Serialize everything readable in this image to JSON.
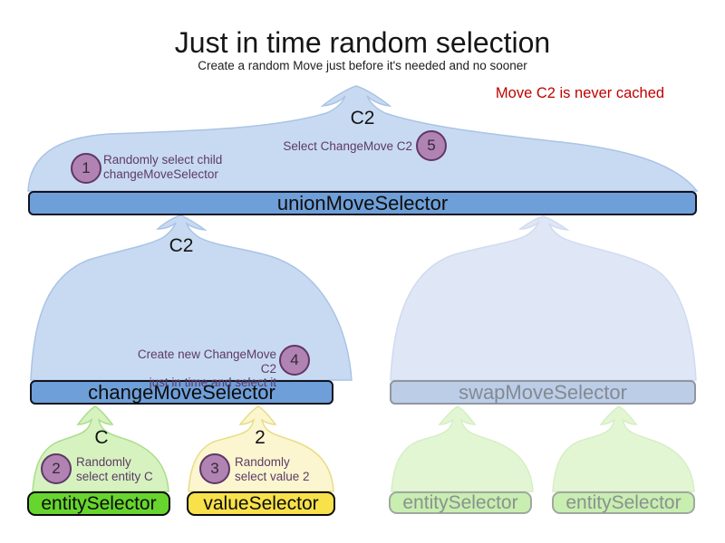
{
  "title": "Just in time random selection",
  "subtitle": "Create a random Move just before it's needed and no sooner",
  "note": {
    "text": "Move C2 is never cached",
    "color": "#c00000"
  },
  "selectors": {
    "union": {
      "label": "unionMoveSelector"
    },
    "change": {
      "label": "changeMoveSelector"
    },
    "swap": {
      "label": "swapMoveSelector"
    },
    "entity": {
      "label": "entitySelector"
    },
    "value": {
      "label": "valueSelector"
    },
    "entity_faded_1": {
      "label": "entitySelector"
    },
    "entity_faded_2": {
      "label": "entitySelector"
    }
  },
  "move_labels": {
    "union_output": "C2",
    "change_output": "C2",
    "entity_output": "C",
    "value_output": "2"
  },
  "steps": [
    {
      "num": "1",
      "text": "Randomly select child\nchangeMoveSelector"
    },
    {
      "num": "2",
      "text": "Randomly\nselect entity C"
    },
    {
      "num": "3",
      "text": "Randomly\nselect value 2"
    },
    {
      "num": "4",
      "text": "Create new ChangeMove C2\njust in time and select it"
    },
    {
      "num": "5",
      "text": "Select ChangeMove C2"
    }
  ],
  "colors": {
    "mound_blue": "#c8daf1",
    "mound_blue_border": "#a9c4e6",
    "mound_blue_faded": "#dfe7f6",
    "bar_blue": "#6f9fd8",
    "bar_blue_faded": "#bccde8",
    "bar_green": "#67d52e",
    "bar_yellow": "#f8e14b",
    "bar_green_faded": "#c8eeb0",
    "mound_green": "#d6f2bf",
    "mound_yellow": "#fbf6cf",
    "mound_green_faded": "#e3f6d4",
    "step_circle": "#b183b2",
    "step_circle_border": "#5f3766",
    "annotation_text": "#5d3b66",
    "note_red": "#c00000"
  }
}
